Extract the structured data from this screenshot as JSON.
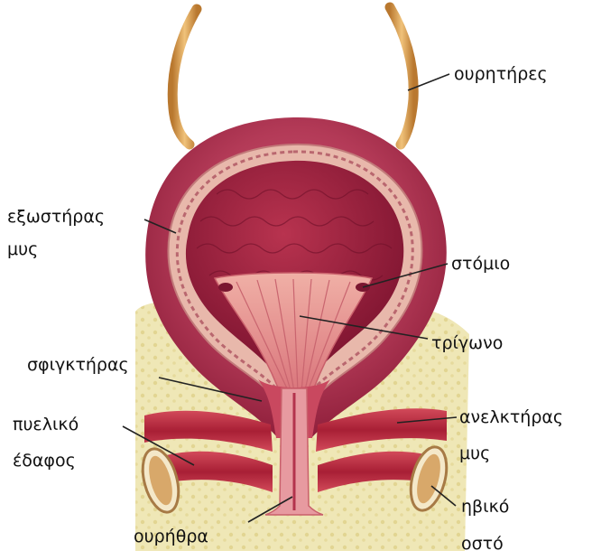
{
  "labels": {
    "ureters": "ουρητήρες",
    "detrusor_line1": "εξωστήρας",
    "detrusor_line2": "μυς",
    "orifice": "στόμιο",
    "trigone": "τρίγωνο",
    "sphincter": "σφιγκτήρας",
    "pelvic_floor_line1": "πυελικό",
    "pelvic_floor_line2": "έδαφος",
    "levator_line1": "ανελκτήρας",
    "levator_line2": "μυς",
    "pubic_bone_line1": "ηβικό",
    "pubic_bone_line2": "οστό",
    "urethra": "ουρήθρα"
  },
  "colors": {
    "ureter": "#d9a255",
    "bladder_outer": "#b33a57",
    "bladder_inner": "#9e1f3e",
    "wall_band": "#e7b3a8",
    "trigone": "#e79a96",
    "muscle": "#b8283a",
    "fat": "#efe7b4",
    "bone": "#d7a86a",
    "leader": "#222222"
  }
}
